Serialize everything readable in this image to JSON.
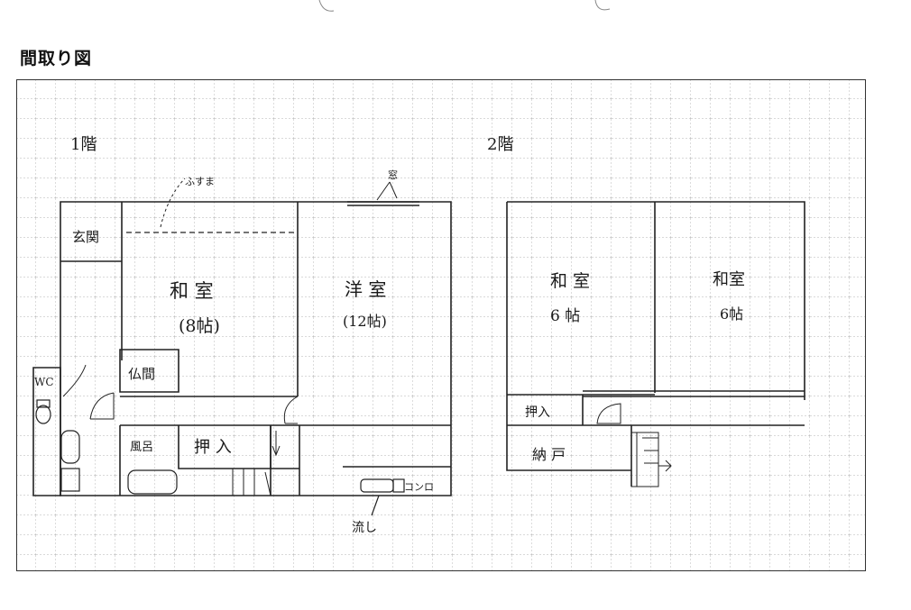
{
  "title": "間取り図",
  "floor1": {
    "label": "1階",
    "fusuma": "ふすま",
    "rooms": {
      "genkan": "玄関",
      "washitsu_name": "和 室",
      "washitsu_size": "(8帖)",
      "youshitsu_name": "洋 室",
      "youshitsu_size": "(12帖)",
      "butsuma": "仏間",
      "wc": "WC",
      "furo": "風呂",
      "oshiire": "押 入",
      "konro": "コンロ",
      "nagashi": "流し"
    }
  },
  "floor2": {
    "label": "2階",
    "mado": "窓",
    "rooms": {
      "washitsu_a_name": "和 室",
      "washitsu_a_size": "6 帖",
      "washitsu_b_name": "和室",
      "washitsu_b_size": "6帖",
      "oshiire": "押入",
      "nando": "納 戸"
    }
  }
}
